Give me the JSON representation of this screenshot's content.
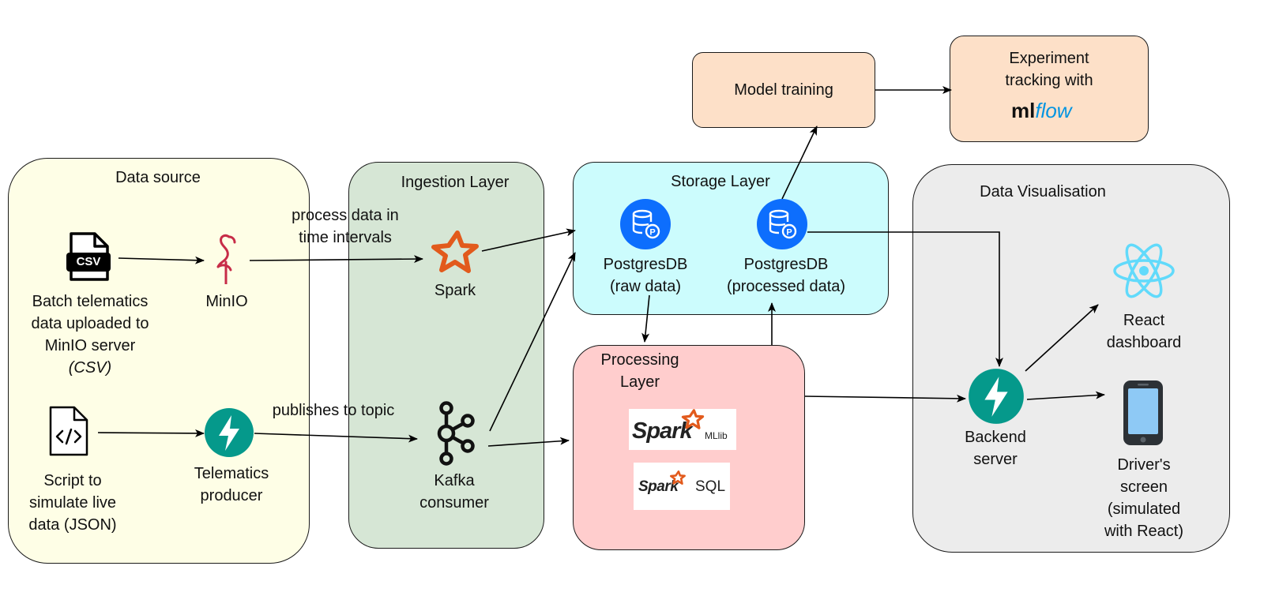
{
  "groups": {
    "data_source": "Data source",
    "ingestion": "Ingestion Layer",
    "storage": "Storage Layer",
    "processing": "Processing\nLayer",
    "visualisation": "Data Visualisation"
  },
  "nodes": {
    "csv_label": "Batch telematics\ndata uploaded to\nMinIO server",
    "csv_suffix": "(CSV)",
    "csv_badge": "CSV",
    "script_label": "Script to\nsimulate live\ndata (JSON)",
    "minio": "MinIO",
    "producer": "Telematics\nproducer",
    "spark": "Spark",
    "kafka": "Kafka\nconsumer",
    "pg_raw": "PostgresDB\n(raw data)",
    "pg_processed": "PostgresDB\n(processed data)",
    "model_training": "Model training",
    "experiment": "Experiment\ntracking with",
    "mlflow_ml": "ml",
    "mlflow_flow": "flow",
    "spark_mllib_word": "Spark",
    "spark_mllib_suffix": "MLlib",
    "spark_sql_word": "Spark",
    "spark_sql_suffix": "SQL",
    "backend": "Backend\nserver",
    "react": "React\ndashboard",
    "driver": "Driver's\nscreen\n(simulated\nwith React)"
  },
  "edges": {
    "spark_edge": "process data in\ntime intervals",
    "kafka_edge": "publishes to topic"
  },
  "colors": {
    "data_source_fill": "#fefee6",
    "ingestion_fill": "#d6e6d5",
    "storage_fill": "#ccfcfd",
    "processing_fill": "#ffcdcd",
    "visualisation_fill": "#ececec",
    "model_fill": "#fde0c8",
    "fastapi": "#05998b",
    "postgres_icon": "#0d6efd",
    "react": "#61dafb",
    "spark_orange": "#e25a1c",
    "minio_red": "#c72c48",
    "mlflow_blue": "#0194e2"
  }
}
